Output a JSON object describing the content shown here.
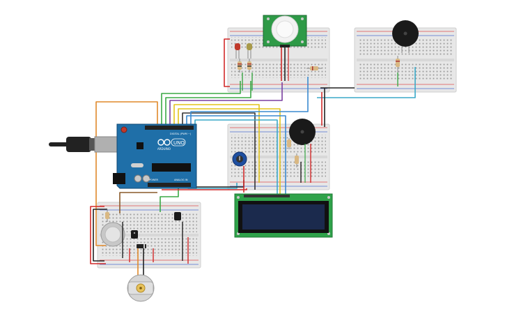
{
  "arduino": {
    "brand": "ARDUINO",
    "model": "UNO",
    "digital_label": "DIGITAL (PWM ~)",
    "power_label": "POWER",
    "analog_label": "ANALOG IN"
  },
  "components": {
    "pir_sensor": "pir-motion-sensor",
    "lcd": "lcd-16x2",
    "buzzer_top": "piezo-buzzer",
    "buzzer_mid": "piezo-buzzer",
    "gas_sensor": "gas-sensor",
    "temp_sensor": "temperature-sensor",
    "motor": "dc-motor",
    "potentiometer": "potentiometer",
    "leds": [
      "red",
      "yellow"
    ]
  },
  "colors": {
    "breadboard": "#e7e7e7",
    "arduino": "#1f6fa8",
    "lcd_pcb": "#2fa24a",
    "lcd_screen": "#1b2a4d",
    "pir_pcb": "#2e9a47",
    "wire_red": "#d22a2a",
    "wire_black": "#222222",
    "wire_green": "#3aa845",
    "wire_orange": "#e0892a",
    "wire_purple": "#7a3fa0",
    "wire_blue": "#3a8ad0",
    "wire_yellow": "#e2c41a",
    "wire_brown": "#8a5a2a",
    "wire_teal": "#3aa9c9"
  }
}
